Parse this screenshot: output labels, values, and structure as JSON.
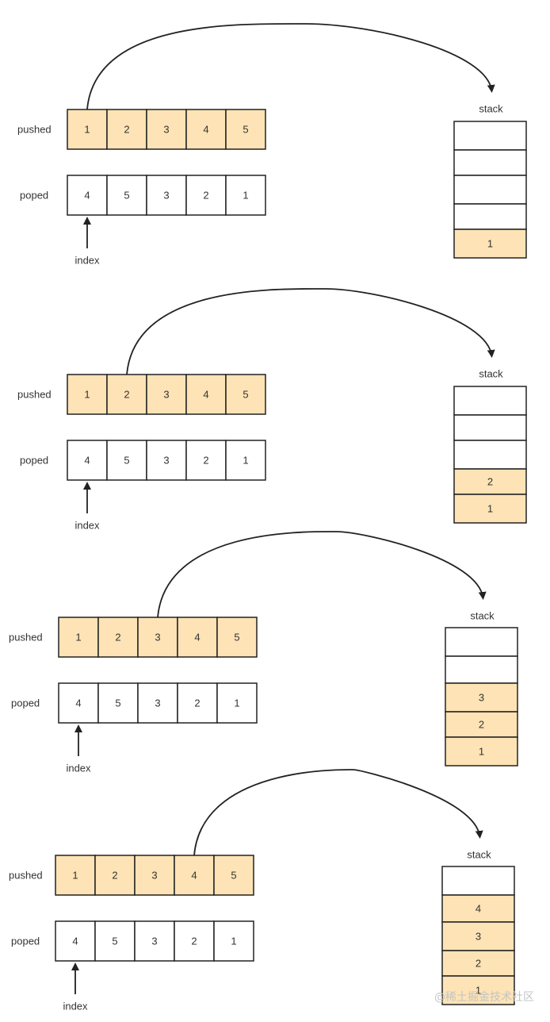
{
  "colors": {
    "filled": "#fde3b5",
    "empty": "#ffffff",
    "stroke": "#222222",
    "text": "#333333",
    "watermark": "#c4c4c4"
  },
  "labels": {
    "pushed": "pushed",
    "poped": "poped",
    "index": "index",
    "stack": "stack"
  },
  "watermark": "@稀土掘金技术社区",
  "steps": [
    {
      "pushed": [
        "1",
        "2",
        "3",
        "4",
        "5"
      ],
      "poped": [
        "4",
        "5",
        "3",
        "2",
        "1"
      ],
      "arrow_from_pushed_index": 0,
      "index_position": 0,
      "stack_slots": 5,
      "stack_items": [
        "1"
      ]
    },
    {
      "pushed": [
        "1",
        "2",
        "3",
        "4",
        "5"
      ],
      "poped": [
        "4",
        "5",
        "3",
        "2",
        "1"
      ],
      "arrow_from_pushed_index": 1,
      "index_position": 0,
      "stack_slots": 5,
      "stack_items": [
        "2",
        "1"
      ]
    },
    {
      "pushed": [
        "1",
        "2",
        "3",
        "4",
        "5"
      ],
      "poped": [
        "4",
        "5",
        "3",
        "2",
        "1"
      ],
      "arrow_from_pushed_index": 2,
      "index_position": 0,
      "stack_slots": 5,
      "stack_items": [
        "3",
        "2",
        "1"
      ]
    },
    {
      "pushed": [
        "1",
        "2",
        "3",
        "4",
        "5"
      ],
      "poped": [
        "4",
        "5",
        "3",
        "2",
        "1"
      ],
      "arrow_from_pushed_index": 3,
      "index_position": 0,
      "stack_slots": 5,
      "stack_items": [
        "4",
        "3",
        "2",
        "1"
      ]
    }
  ]
}
